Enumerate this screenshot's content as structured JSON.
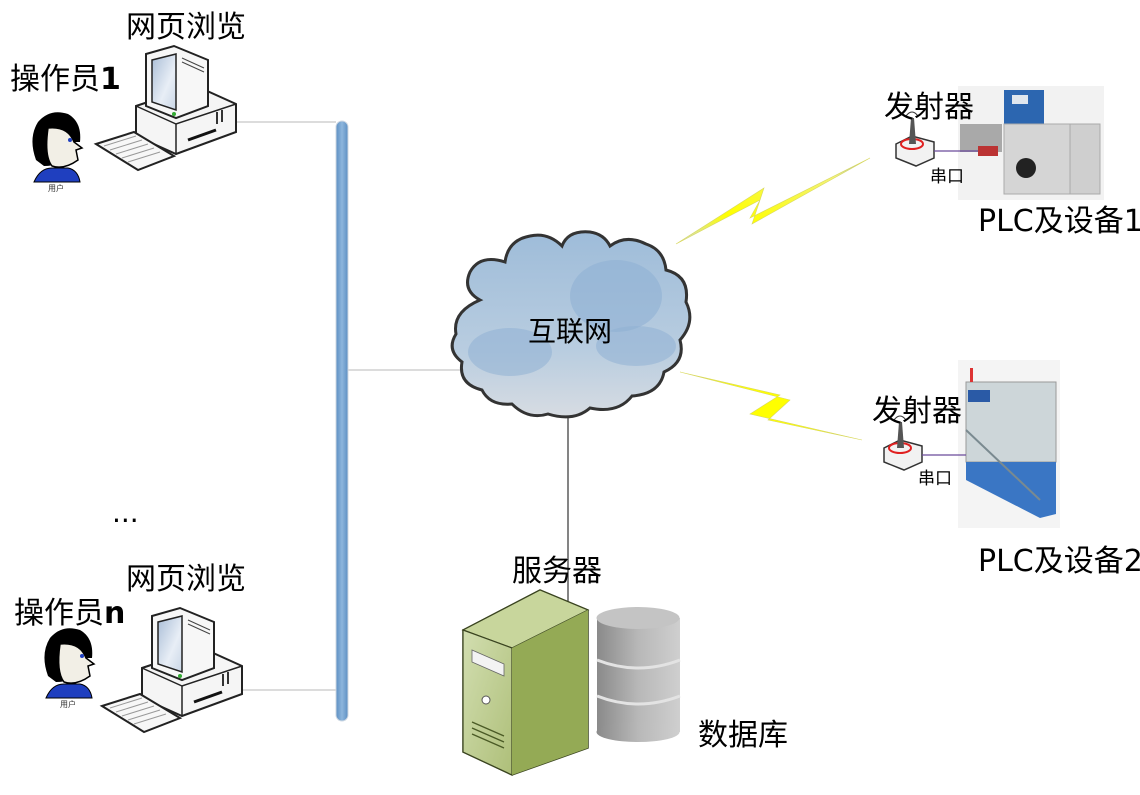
{
  "diagram": {
    "operators": [
      {
        "name_prefix": "操作员",
        "name_suffix": "1",
        "browser_label": "网页浏览",
        "user_caption": "用户"
      },
      {
        "name_prefix": "操作员",
        "name_suffix": "n",
        "browser_label": "网页浏览",
        "user_caption": "用户"
      }
    ],
    "ellipsis": "...",
    "internet_label": "互联网",
    "server_label": "服务器",
    "database_label": "数据库",
    "devices": [
      {
        "transmitter_label": "发射器",
        "port_label": "串口",
        "device_label": "PLC及设备1"
      },
      {
        "transmitter_label": "发射器",
        "port_label": "串口",
        "device_label": "PLC及设备2"
      }
    ],
    "colors": {
      "bus": "#6f9fcf",
      "cloud_fill": "#b8cde0",
      "lightning": "#ffff00",
      "server_green": "#9bb35a",
      "db_gray": "#a6a6a6",
      "device2_blue": "#3a76c4"
    }
  }
}
